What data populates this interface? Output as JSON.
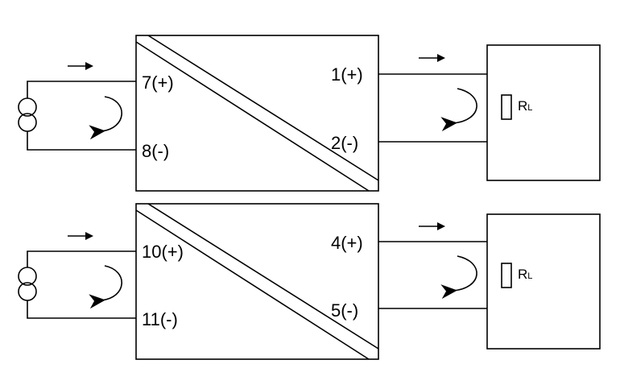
{
  "channels": [
    {
      "input_pos": "7(+)",
      "input_neg": "8(-)",
      "output_pos": "1(+)",
      "output_neg": "2(-)",
      "load": {
        "letter": "R",
        "subscript": "L"
      }
    },
    {
      "input_pos": "10(+)",
      "input_neg": "11(-)",
      "output_pos": "4(+)",
      "output_neg": "5(-)",
      "load": {
        "letter": "R",
        "subscript": "L"
      }
    }
  ],
  "icons": {
    "source": "current-source-icon",
    "loop": "curved-arrow-icon",
    "flow": "flow-arrow-icon",
    "resistor": "resistor-icon"
  }
}
